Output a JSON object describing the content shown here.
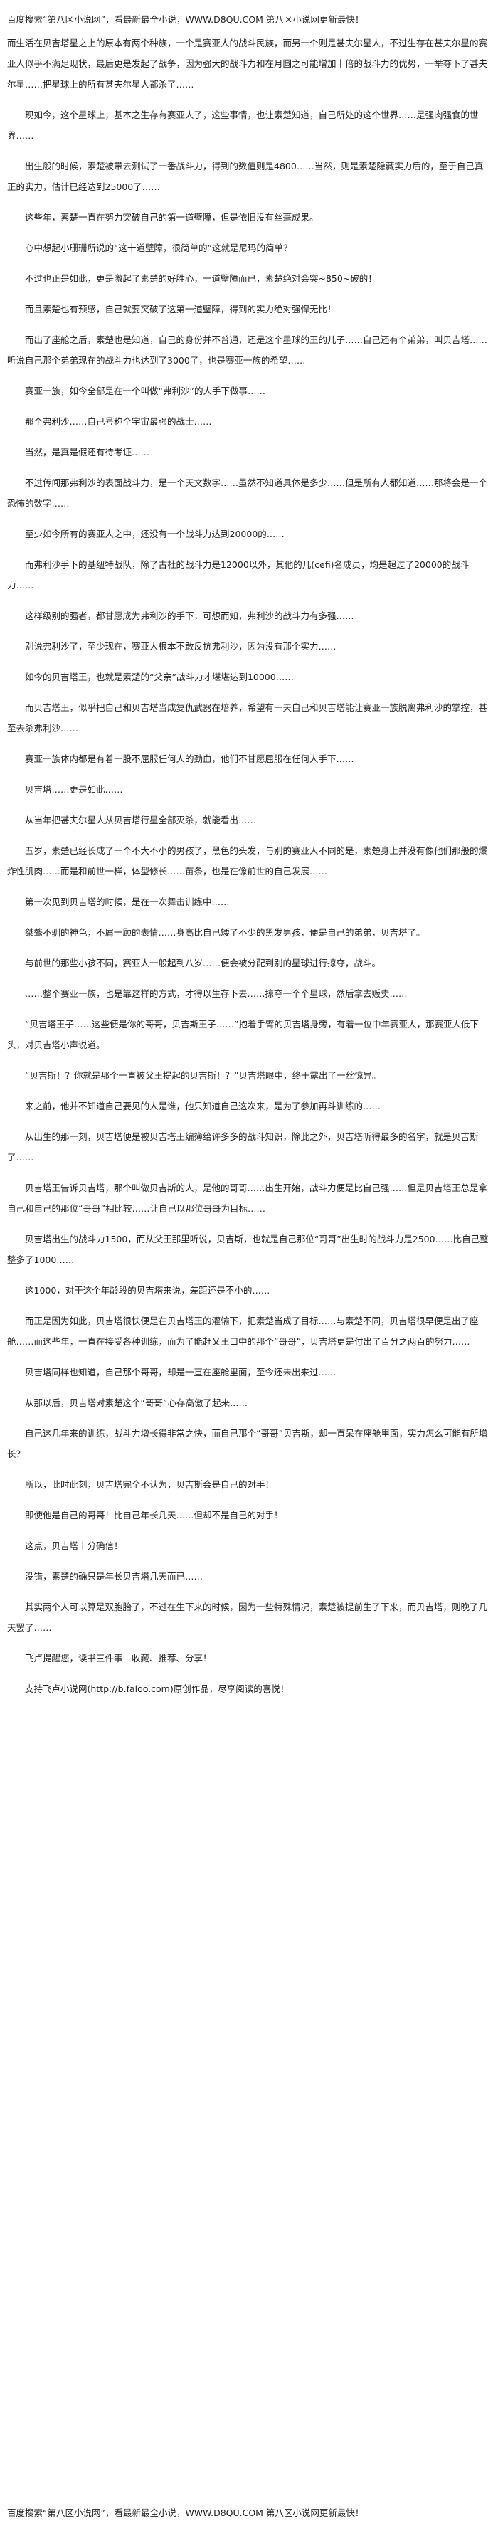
{
  "header_banner": "百度搜索“第八区小说网”，看最新最全小说，WWW.D8QU.COM   第八区小说网更新最快！",
  "paragraphs": [
    "而生活在贝吉塔星之上的原本有两个种族，一个是赛亚人的战斗民族，而另一个则是甚夫尔星人，不过生存在甚夫尔星的赛亚人似乎不满足现状，最后更是发起了战争，因为强大的战斗力和在月圆之可能增加十倍的战斗力的优势，一举夺下了甚夫尔星……把星球上的所有甚夫尔星人都杀了……",
    "现如今，这个星球上，基本之生存有赛亚人了，这些事情，也让素楚知道，自己所处的这个世界……是强肉强食的世界……",
    "出生般的时候，素楚被带去测试了一番战斗力，得到的数值则是4800……当然，则是素楚隐藏实力后的，至于自己真正的实力，估计已经达到25000了……",
    "这些年，素楚一直在努力突破自己的第一道壁障，但是依旧没有丝毫成果。",
    "心中想起小珊珊所说的“这十道壁障，很简单的”这就是尼玛的简单？",
    "不过也正是如此，更是激起了素楚的好胜心，一道壁障而已，素楚绝对会突~850~破的！",
    "而且素楚也有预感，自己就要突破了这第一道壁障，得到的实力绝对强悍无比！",
    "而出了座舱之后，素楚也是知道，自己的身份并不普通，还是这个星球的王的儿子……自己还有个弟弟，叫贝吉塔……听说自己那个弟弟现在的战斗力也达到了3000了，也是赛亚一族的希望……",
    "赛亚一族，如今全部是在一个叫做“弗利沙”的人手下做事……",
    "那个弗利沙……自己号称全宇宙最强的战士……",
    "当然，是真是假还有待考证……",
    "不过传闻那弗利沙的表面战斗力，是一个天文数字……虽然不知道具体是多少……但是所有人都知道……那将会是一个恐怖的数字……",
    "至少如今所有的赛亚人之中，还没有一个战斗力达到20000的……",
    "而弗利沙手下的基纽特战队，除了古杜的战斗力是12000以外，其他的几(cefi)名成员，均是超过了20000的战斗力……",
    "这样级别的强者，都甘愿成为弗利沙的手下，可想而知，弗利沙的战斗力有多强……",
    "别说弗利沙了，至少现在，赛亚人根本不敢反抗弗利沙，因为没有那个实力……",
    "如今的贝吉塔王，也就是素楚的“父亲”战斗力才堪堪达到10000……",
    "而贝吉塔王，似乎把自己和贝吉塔当成复仇武器在培养，希望有一天自己和贝吉塔能让赛亚一族脱离弗利沙的掌控，甚至去杀弗利沙……",
    "赛亚一族体内都是有着一股不屈服任何人的劲血，他们不甘愿屈服在任何人手下……",
    "贝吉塔……更是如此……",
    "从当年把甚夫尔星人从贝吉塔行星全部灭杀，就能看出……",
    "五岁，素楚已经长成了一个不大不小的男孩了，黑色的头发，与别的赛亚人不同的是，素楚身上并没有像他们那般的爆炸性肌肉……而是和前世一样，体型修长……苗条，也是在像前世的自己发展……",
    "第一次见到贝吉塔的时候，是在一次舞击训练中……",
    "桀骜不驯的神色，不屑一顾的表情……身高比自己矮了不少的黑发男孩，便是自己的弟弟，贝吉塔了。",
    "与前世的那些小孩不同，赛亚人一般起到八岁……便会被分配到别的星球进行掠夺，战斗。",
    "……整个赛亚一族，也是靠这样的方式，才得以生存下去……掠夺一个个星球，然后拿去贩卖……",
    "“贝吉塔王子……这些便是你的哥哥，贝吉斯王子……”抱着手臂的贝吉塔身旁，有着一位中年赛亚人，那赛亚人低下头，对贝吉塔小声说道。",
    "“贝吉斯！？你就是那个一直被父王提起的贝吉斯！？”贝吉塔眼中，终于露出了一丝惊异。",
    "来之前，他并不知道自己要见的人是谁，他只知道自己这次来，是为了参加再斗训练的……",
    "从出生的那一刻，贝吉塔便是被贝吉塔王编簿给许多多的战斗知识，除此之外，贝吉塔听得最多的名字，就是贝吉斯了……",
    "贝吉塔王告诉贝吉塔，那个叫做贝吉斯的人，是他的哥哥……出生开始，战斗力便是比自己强……但是贝吉塔王总是拿自己和自己的那位“哥哥”相比较……让自己以那位哥哥为目标……",
    "贝吉塔出生的战斗力1500，而从父王那里听说，贝吉斯，也就是自己那位“哥哥”出生时的战斗力是2500……比自己整整多了1000……",
    "这1000，对于这个年龄段的贝吉塔来说，差距还是不小的……",
    "而正是因为如此，贝吉塔很快便是在贝吉塔王的灌输下，把素楚当成了目标……与素楚不同，贝吉塔很早便是出了座舱……而这些年，一直在接受各种训练，而为了能赶乂王口中的那个“哥哥”，贝吉塔更是付出了百分之两百的努力……",
    "贝吉塔同样也知道，自己那个哥哥，却是一直在座舱里面，至今还未出来过……",
    "从那以后，贝吉塔对素楚这个“哥哥”心存高傲了起来……",
    "自己这几年来的训练，战斗力增长得非常之快，而自己那个“哥哥”贝吉斯，却一直呆在座舱里面，实力怎么可能有所增长？",
    "所以，此时此刻，贝吉塔完全不认为，贝吉斯会是自己的对手！",
    "即使他是自己的哥哥！比自己年长几天……但却不是自己的对手！",
    "这点，贝吉塔十分确信！",
    "没错，素楚的确只是年长贝吉塔几天而已……",
    "其实两个人可以算是双胞胎了，不过在生下来的时候，因为一些特殊情况，素楚被提前生了下来，而贝吉塔，则晚了几天罢了……",
    "飞卢提醒您，读书三件事 - 收藏、推荐、分享！",
    "支持飞卢小说网(http://b.faloo.com)原创作品，尽享阅读的喜悦！"
  ],
  "footer_banner": "百度搜索“第八区小说网”，看最新最全小说，WWW.D8QU.COM   第八区小说网更新最快！"
}
